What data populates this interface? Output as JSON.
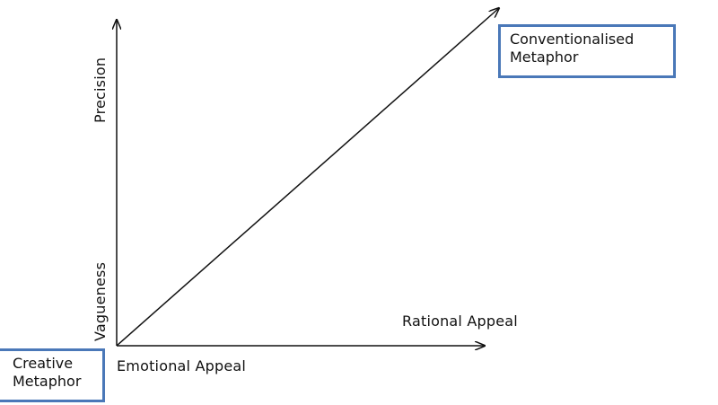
{
  "axes": {
    "y_top_label": "Precision",
    "y_bottom_label": "Vagueness",
    "x_left_label": "Emotional Appeal",
    "x_right_label": "Rational Appeal"
  },
  "boxes": {
    "top_right": {
      "line1": "Conventionalised",
      "line2": "Metaphor",
      "border_color": "#4a78b8"
    },
    "bottom_left": {
      "line1": "Creative",
      "line2": "Metaphor",
      "border_color": "#4a78b8"
    }
  }
}
